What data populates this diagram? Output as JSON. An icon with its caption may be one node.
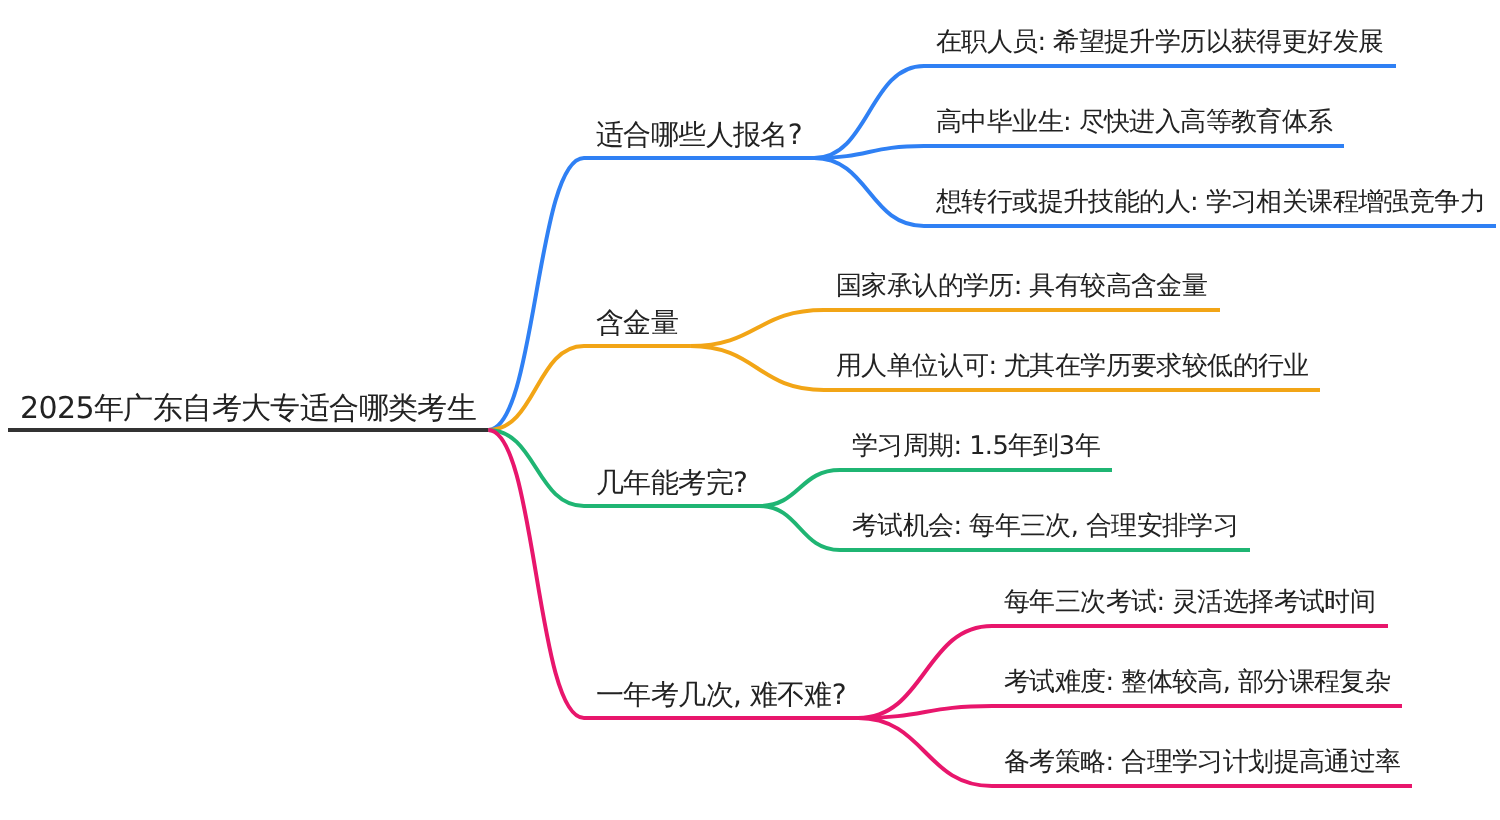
{
  "diagram": {
    "nodes": [
      {
        "text": [
          "2025年广东自考大专适合哪类考生"
        ]
      },
      {
        "text": [
          "适合哪些人报名?"
        ]
      },
      {
        "text": [
          "在职人员: 希望提升学历以获得更好发展"
        ]
      },
      {
        "text": [
          "高中毕业生: 尽快进入高等教育体系"
        ]
      },
      {
        "text": [
          "想转行或提升技能的人: 学习相关课程增强竞争力"
        ]
      },
      {
        "text": [
          "含金量"
        ]
      },
      {
        "text": [
          "国家承认的学历: 具有较高含金量"
        ]
      },
      {
        "text": [
          "用人单位认可: 尤其在学历要求较低的行业"
        ]
      },
      {
        "text": [
          "几年能考完?"
        ]
      },
      {
        "text": [
          "学习周期: 1.5年到3年"
        ]
      },
      {
        "text": [
          "考试机会: 每年三次, 合理安排学习"
        ]
      },
      {
        "text": [
          "一年考几次, 难不难?"
        ]
      },
      {
        "text": [
          "每年三次考试: 灵活选择考试时间"
        ]
      },
      {
        "text": [
          "考试难度: 整体较高, 部分课程复杂"
        ]
      },
      {
        "text": [
          "备考策略: 合理学习计划提高通过率"
        ]
      }
    ],
    "edges": [
      {
        "from": 0,
        "to": 1,
        "arrow": "none",
        "color": "#2f80f4"
      },
      {
        "from": 0,
        "to": 5,
        "arrow": "none",
        "color": "#f2a516"
      },
      {
        "from": 0,
        "to": 8,
        "arrow": "none",
        "color": "#1fb573"
      },
      {
        "from": 0,
        "to": 11,
        "arrow": "none",
        "color": "#e8166c"
      },
      {
        "from": 1,
        "to": 2,
        "arrow": "none",
        "color": "#2f80f4"
      },
      {
        "from": 1,
        "to": 3,
        "arrow": "none",
        "color": "#2f80f4"
      },
      {
        "from": 1,
        "to": 4,
        "arrow": "none",
        "color": "#2f80f4"
      },
      {
        "from": 5,
        "to": 6,
        "arrow": "none",
        "color": "#f2a516"
      },
      {
        "from": 5,
        "to": 7,
        "arrow": "none",
        "color": "#f2a516"
      },
      {
        "from": 8,
        "to": 9,
        "arrow": "none",
        "color": "#1fb573"
      },
      {
        "from": 8,
        "to": 10,
        "arrow": "none",
        "color": "#1fb573"
      },
      {
        "from": 11,
        "to": 12,
        "arrow": "none",
        "color": "#e8166c"
      },
      {
        "from": 11,
        "to": 13,
        "arrow": "none",
        "color": "#e8166c"
      },
      {
        "from": 11,
        "to": 14,
        "arrow": "none",
        "color": "#e8166c"
      }
    ]
  }
}
